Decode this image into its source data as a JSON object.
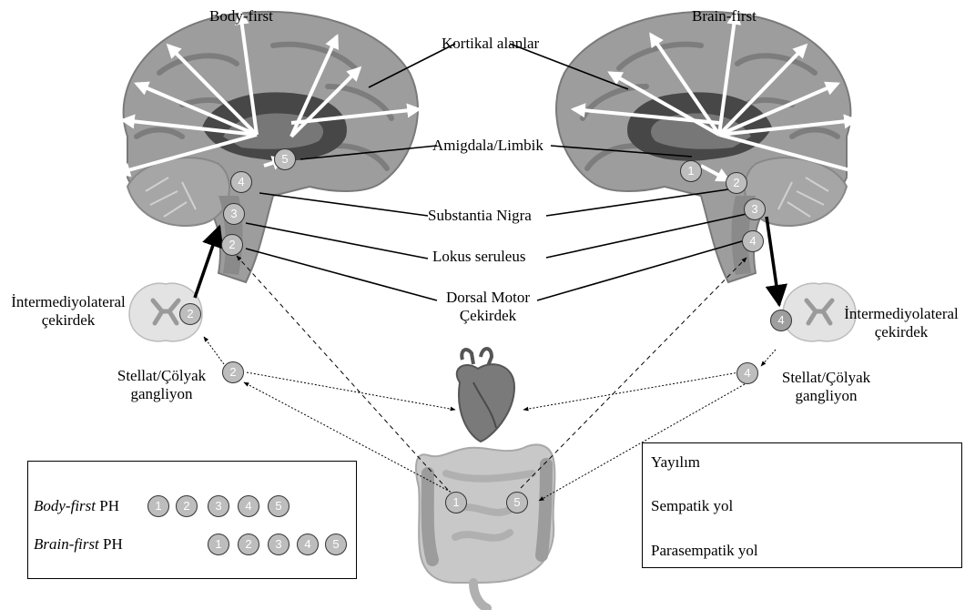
{
  "headers": {
    "left": "Body-first",
    "right": "Brain-first"
  },
  "regions": {
    "cortical": "Kortikal alanlar",
    "amygdala": "Amigdala/Limbik",
    "substantia_nigra": "Substantia Nigra",
    "locus": "Lokus seruleus",
    "dorsal_motor_1": "Dorsal Motor",
    "dorsal_motor_2": "Çekirdek"
  },
  "left_side": {
    "intermediolateral_1": "İntermediyolateral",
    "intermediolateral_2": "çekirdek",
    "stellate_1": "Stellat/Çölyak",
    "stellate_2": "gangliyon"
  },
  "right_side": {
    "intermediolateral_1": "İntermediyolateral",
    "intermediolateral_2": "çekirdek",
    "stellate_1": "Stellat/Çölyak",
    "stellate_2": "gangliyon"
  },
  "stages": {
    "left_amygdala": "5",
    "left_sn": "4",
    "left_lc": "3",
    "left_dmv": "2",
    "left_iml": "2",
    "left_stellate": "2",
    "gut_left": "1",
    "gut_right": "5",
    "right_amygdala": "1",
    "right_sn": "2",
    "right_lc": "3",
    "right_dmv": "4",
    "right_iml": "4",
    "right_stellate": "4"
  },
  "order_box": {
    "body_first_label": "Body-first",
    "brain_first_label": "Brain-first",
    "suffix": "PH",
    "body_first_stages": [
      "1",
      "2",
      "3",
      "4",
      "5"
    ],
    "brain_first_stages": [
      "1",
      "2",
      "3",
      "4",
      "5"
    ]
  },
  "legend": {
    "spread": "Yayılım",
    "sympathetic": "Sempatik yol",
    "parasympathetic": "Parasempatik yol"
  },
  "colors": {
    "arrow_white": "#ffffff",
    "brain_base": "#9d9d9d",
    "brain_dark": "#4a4a4a",
    "badge_fill": "#bdbdbd"
  }
}
